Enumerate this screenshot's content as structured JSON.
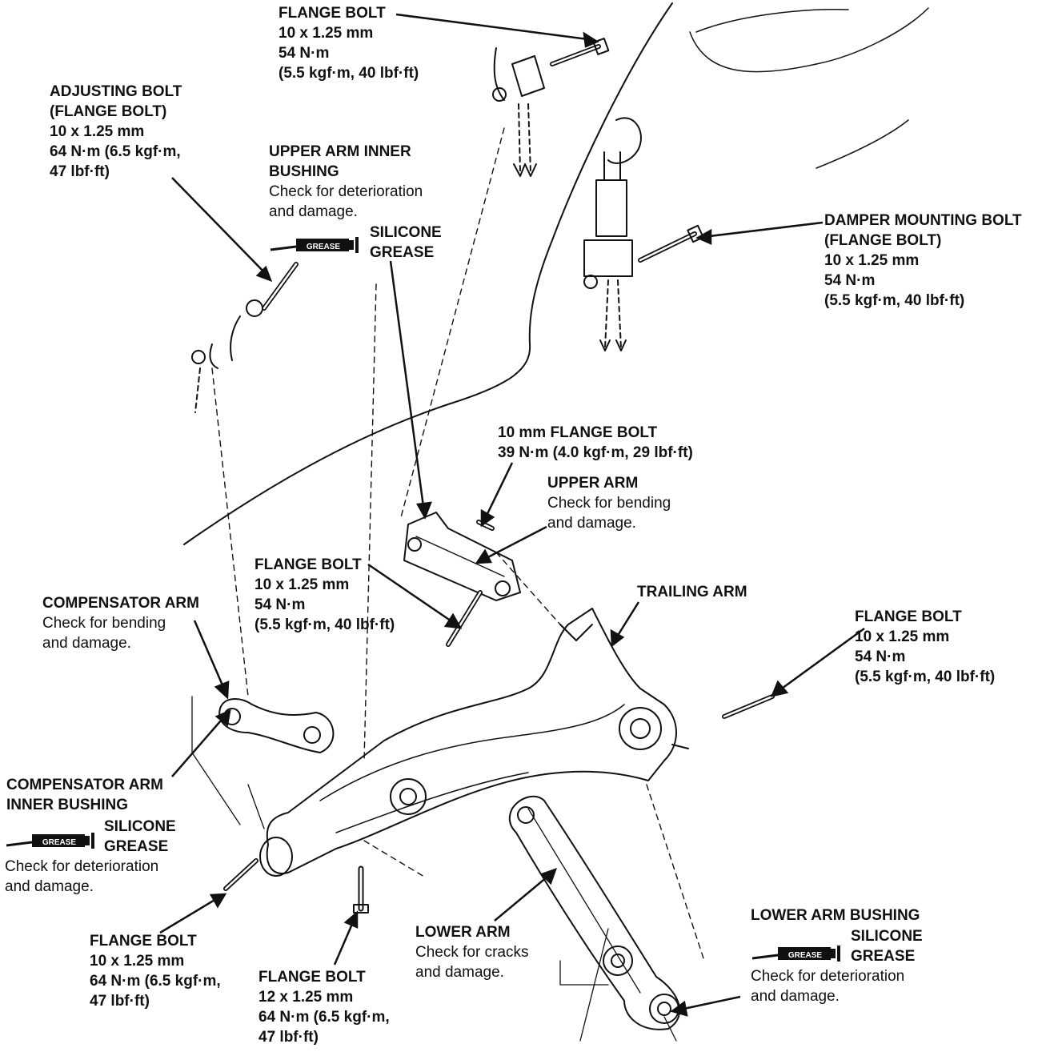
{
  "colors": {
    "ink": "#111111",
    "paper": "#ffffff"
  },
  "grease_tag": "GREASE",
  "callouts": {
    "top_flange_bolt": {
      "title": "FLANGE BOLT",
      "lines": [
        "10 x 1.25 mm",
        "54 N·m",
        "(5.5 kgf·m, 40 lbf·ft)"
      ]
    },
    "adjusting_bolt": {
      "title": "ADJUSTING BOLT",
      "title2": "(FLANGE BOLT)",
      "lines": [
        "10 x 1.25 mm",
        "64 N·m (6.5 kgf·m,",
        "47 lbf·ft)"
      ]
    },
    "upper_arm_inner_bushing": {
      "title": "UPPER ARM INNER",
      "title2": "BUSHING",
      "lines": [
        "Check for deterioration",
        "and damage."
      ]
    },
    "silicone_grease_1": {
      "title": "SILICONE",
      "title2": "GREASE"
    },
    "damper_mounting_bolt": {
      "title": "DAMPER MOUNTING BOLT",
      "title2": "(FLANGE BOLT)",
      "lines": [
        "10 x 1.25 mm",
        "54 N·m",
        "(5.5 kgf·m, 40 lbf·ft)"
      ]
    },
    "ten_mm_flange_bolt": {
      "title": "10 mm FLANGE BOLT",
      "title2": "39 N·m (4.0 kgf·m, 29 lbf·ft)"
    },
    "upper_arm": {
      "title": "UPPER ARM",
      "lines": [
        "Check for bending",
        "and damage."
      ]
    },
    "mid_flange_bolt": {
      "title": "FLANGE BOLT",
      "lines": [
        "10 x 1.25 mm",
        "54 N·m",
        "(5.5 kgf·m, 40 lbf·ft)"
      ]
    },
    "trailing_arm": {
      "title": "TRAILING ARM"
    },
    "compensator_arm": {
      "title": "COMPENSATOR ARM",
      "lines": [
        "Check for bending",
        "and damage."
      ]
    },
    "right_flange_bolt": {
      "title": "FLANGE BOLT",
      "lines": [
        "10 x 1.25 mm",
        "54 N·m",
        "(5.5 kgf·m, 40 lbf·ft)"
      ]
    },
    "compensator_arm_inner_bushing": {
      "title": "COMPENSATOR ARM",
      "title2": "INNER BUSHING"
    },
    "silicone_grease_2": {
      "title": "SILICONE",
      "title2": "GREASE",
      "lines": [
        "Check for deterioration",
        "and damage."
      ]
    },
    "bottom_left_flange_bolt": {
      "title": "FLANGE BOLT",
      "lines": [
        "10 x 1.25 mm",
        "64 N·m (6.5 kgf·m,",
        "47 lbf·ft)"
      ]
    },
    "bottom_mid_flange_bolt": {
      "title": "FLANGE BOLT",
      "lines": [
        "12 x 1.25 mm",
        "64 N·m (6.5 kgf·m,",
        "47 lbf·ft)"
      ]
    },
    "lower_arm": {
      "title": "LOWER ARM",
      "lines": [
        "Check for cracks",
        "and damage."
      ]
    },
    "lower_arm_bushing": {
      "title": "LOWER ARM BUSHING",
      "title2": "SILICONE",
      "title3": "GREASE",
      "lines": [
        "Check for deterioration",
        "and damage."
      ]
    }
  }
}
